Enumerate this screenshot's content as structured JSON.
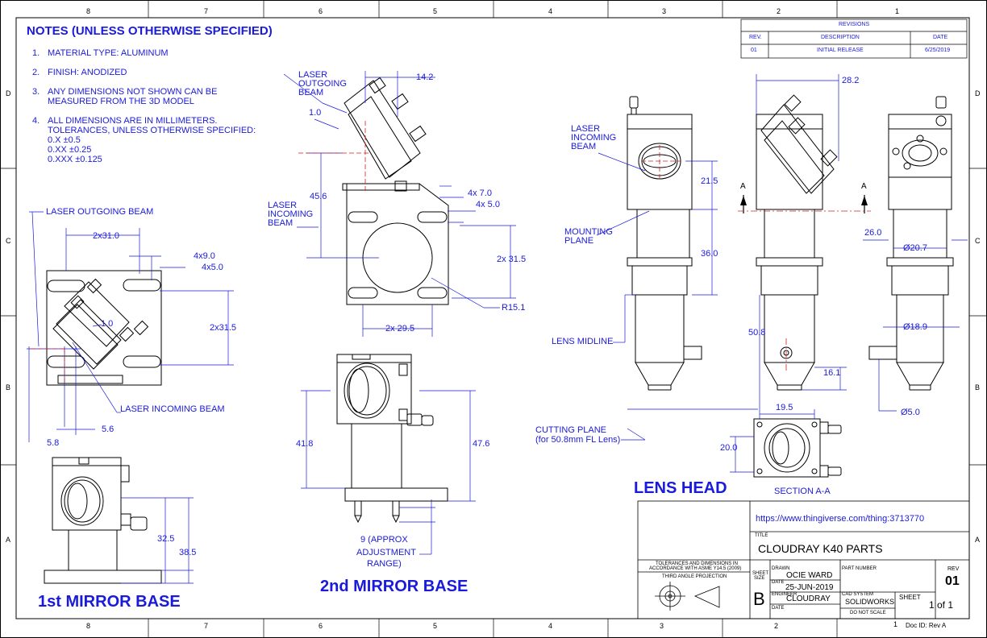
{
  "zones": {
    "top": [
      "8",
      "7",
      "6",
      "5",
      "4",
      "3",
      "2",
      "1"
    ],
    "bottom": [
      "8",
      "7",
      "6",
      "5",
      "4",
      "3",
      "2",
      "1"
    ],
    "rows": [
      "D",
      "C",
      "B",
      "A"
    ]
  },
  "notes": {
    "title": "NOTES (UNLESS OTHERWISE SPECIFIED)",
    "items": [
      {
        "num": "1.",
        "text": "MATERIAL TYPE: ALUMINUM"
      },
      {
        "num": "2.",
        "text": "FINISH:  ANODIZED"
      },
      {
        "num": "3.",
        "text": "ANY DIMENSIONS NOT SHOWN CAN BE",
        "text2": "MEASURED FROM THE 3D MODEL"
      },
      {
        "num": "4.",
        "text": "ALL DIMENSIONS ARE IN MILLIMETERS.",
        "text2": "TOLERANCES, UNLESS OTHERWISE SPECIFIED:",
        "tol": [
          "0.X ±0.5",
          "0.XX ±0.25",
          "0.XXX ±0.125"
        ]
      }
    ]
  },
  "revisions": {
    "title": "REVISIONS",
    "headers": [
      "REV.",
      "DESCRIPTION",
      "DATE"
    ],
    "rows": [
      [
        "01",
        "INITIAL RELEASE",
        "6/25/2019"
      ]
    ]
  },
  "mirror1": {
    "title": "1st MIRROR BASE",
    "labels": {
      "outgoing": "LASER OUTGOING BEAM",
      "incoming": "LASER INCOMING BEAM"
    },
    "dims": {
      "d2x31": "2x31.0",
      "d4x9": "4x9.0",
      "d4x5": "4x5.0",
      "d2x315": "2x31.5",
      "d10": "1.0",
      "d58": "5.8",
      "d56": "5.6",
      "d325": "32.5",
      "d385": "38.5"
    }
  },
  "mirror2": {
    "title": "2nd MIRROR BASE",
    "labels": {
      "outgoing1": "LASER",
      "outgoing2": "OUTGOING",
      "outgoing3": "BEAM",
      "incoming1": "LASER",
      "incoming2": "INCOMING",
      "incoming3": "BEAM",
      "adj1": "9 (APPROX",
      "adj2": "ADJUSTMENT",
      "adj3": "RANGE)"
    },
    "dims": {
      "d142": "14.2",
      "d10": "1.0",
      "d456": "45.6",
      "d4x7": "4x 7.0",
      "d4x5": "4x 5.0",
      "d2x315": "2x 31.5",
      "r151": "R15.1",
      "d2x295": "2x 29.5",
      "d418": "41.8",
      "d476": "47.6"
    }
  },
  "lenshead": {
    "title": "LENS HEAD",
    "labels": {
      "in1": "LASER",
      "in2": "INCOMING",
      "in3": "BEAM",
      "mp1": "MOUNTING",
      "mp2": "PLANE",
      "midline": "LENS MIDLINE",
      "cp1": "CUTTING PLANE",
      "cp2": "(for 50.8mm FL Lens)",
      "section": "SECTION A-A",
      "secA": "A"
    },
    "dims": {
      "d282": "28.2",
      "d215": "21.5",
      "d360": "36.0",
      "d508": "50.8",
      "d161": "16.1",
      "d260": "26.0",
      "dphi207": "Ø20.7",
      "dphi189": "Ø18.9",
      "dphi50": "Ø5.0",
      "d195": "19.5",
      "d200": "20.0"
    }
  },
  "titleblock": {
    "url": "https://www.thingiverse.com/thing:3713770",
    "title_label": "TITLE",
    "title": "CLOUDRAY K40 PARTS",
    "tolerance_note1": "TOLERANCES AND DIMENSIONS IN",
    "tolerance_note2": "ACCORDANCE WITH ASME Y14.5 (2009)",
    "projection": "THIRD ANGLE PROJECTION",
    "sheet_size_label1": "SHEET",
    "sheet_size_label2": "SIZE",
    "sheet_size": "B",
    "drawn_label": "DRAWN",
    "drawn_by": "OCIE WARD",
    "date_label": "DATE",
    "date": "25-JUN-2019",
    "engineer_label": "ENGINEER",
    "engineer": "CLOUDRAY",
    "date2_label": "DATE",
    "part_number_label": "PART NUMBER",
    "cad_label": "CAD SYSTEM",
    "cad": "SOLIDWORKS",
    "scale": "DO NOT SCALE",
    "sheet_label": "SHEET",
    "sheet": "1 of 1",
    "rev_label": "REV",
    "rev": "01",
    "doc_id": "Doc ID: Rev A"
  }
}
